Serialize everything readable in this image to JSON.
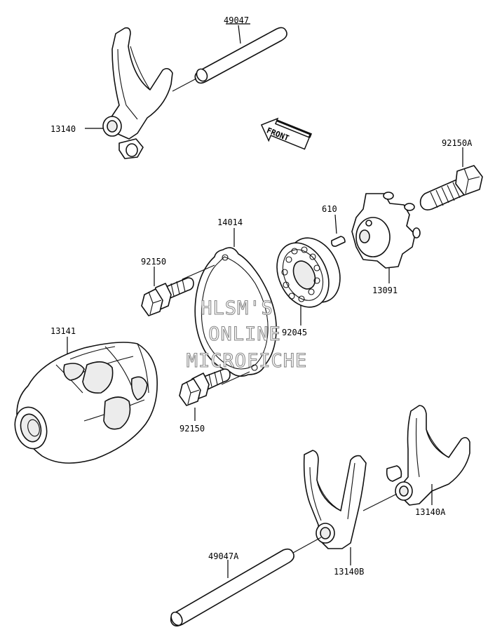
{
  "labels": {
    "shift_rod_upper": "49047",
    "fork_upper": "13140",
    "front_mark": "FRONT",
    "bolt_a": "92150A",
    "pin": "610",
    "gasket": "14014",
    "bolt_upper": "92150",
    "cam_plate": "13091",
    "bearing": "92045",
    "shift_drum": "13141",
    "bolt_lower": "92150",
    "fork_a": "13140A",
    "shift_rod_lower": "49047A",
    "fork_b": "13140B"
  },
  "watermark": {
    "line1": "HLSM'S",
    "line2": "ONLINE",
    "line3": "MICROFICHE"
  },
  "icons": [
    "front-arrow-icon"
  ]
}
